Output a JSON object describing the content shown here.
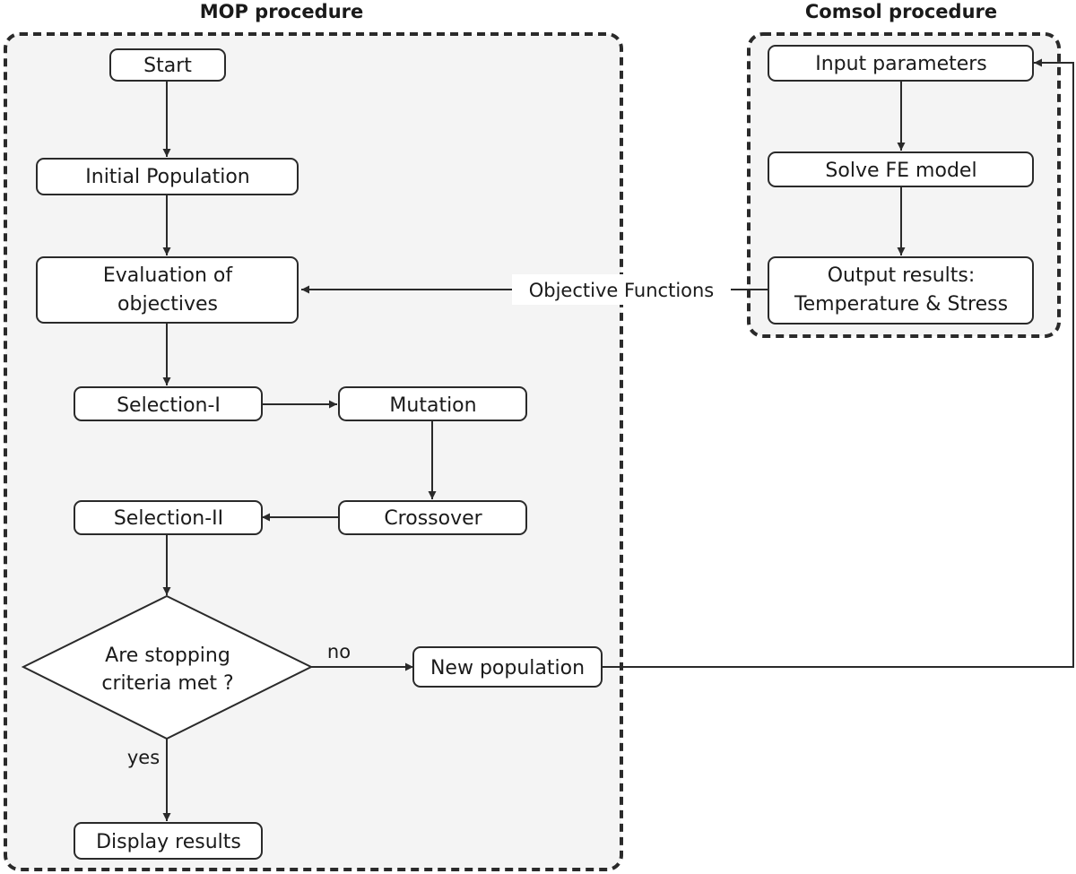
{
  "groups": {
    "mop": {
      "title": "MOP procedure"
    },
    "comsol": {
      "title": "Comsol procedure"
    }
  },
  "nodes": {
    "start": {
      "label": "Start"
    },
    "initial_population": {
      "label": "Initial Population"
    },
    "evaluation": {
      "lines": [
        "Evaluation of",
        "objectives"
      ]
    },
    "selection_1": {
      "label": "Selection-I"
    },
    "mutation": {
      "label": "Mutation"
    },
    "crossover": {
      "label": "Crossover"
    },
    "selection_2": {
      "label": "Selection-II"
    },
    "decision": {
      "lines": [
        "Are stopping",
        "criteria met ?"
      ]
    },
    "new_population": {
      "label": "New population"
    },
    "display_results": {
      "label": "Display results"
    },
    "input_parameters": {
      "label": "Input parameters"
    },
    "solve_fe": {
      "label": "Solve FE model"
    },
    "output_results": {
      "lines": [
        "Output results:",
        "Temperature & Stress"
      ]
    }
  },
  "edges": {
    "objective_functions": {
      "label": "Objective Functions"
    },
    "no": {
      "label": "no"
    },
    "yes": {
      "label": "yes"
    }
  },
  "colors": {
    "panel_fill": "#f4f4f4",
    "stroke": "#2a2a2a",
    "box_fill": "#ffffff"
  }
}
